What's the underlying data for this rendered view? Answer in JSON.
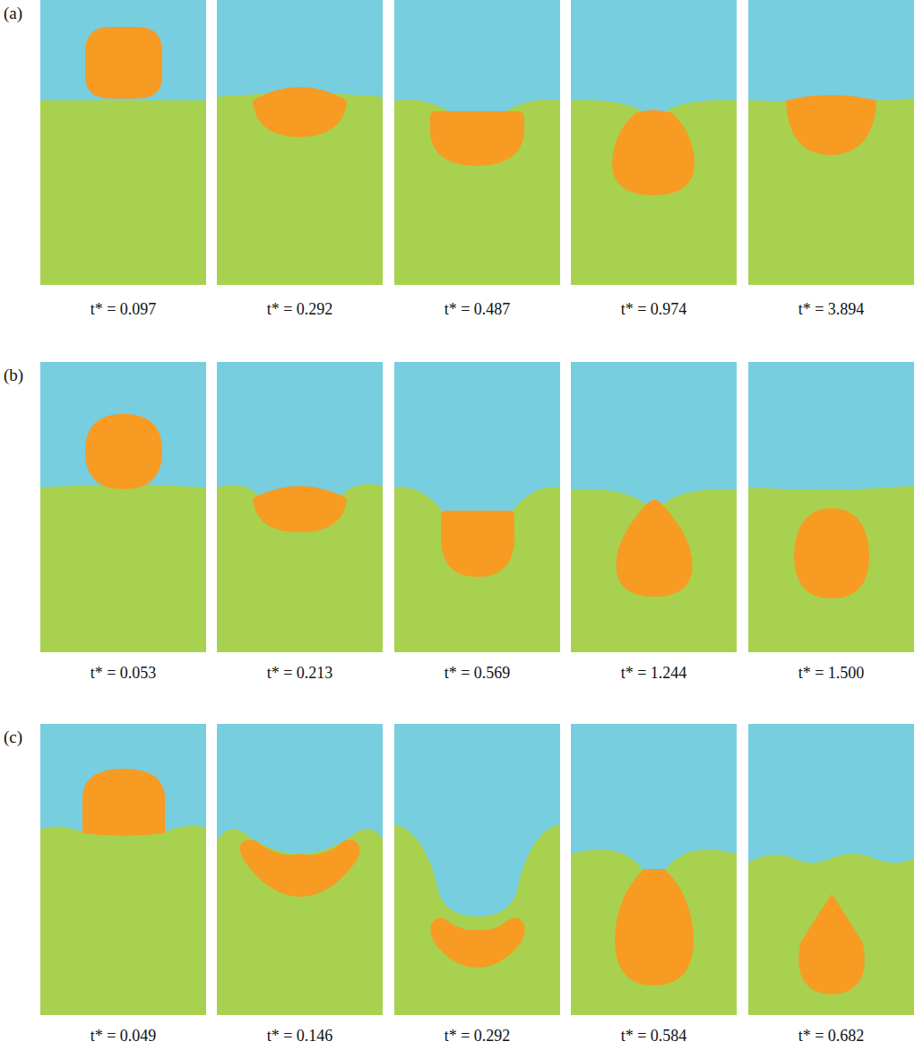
{
  "diagram": {
    "labels": [
      "(a)",
      "t* = 0.097",
      "t* = 0.292",
      "t* = 0.487",
      "t* = 0.974",
      "t* = 3.894",
      "(b)",
      "t* = 0.053",
      "t* = 0.213",
      "t* = 0.569",
      "t* = 1.244",
      "t* = 1.500",
      "(c)",
      "t* = 0.049",
      "t* = 0.146",
      "t* = 0.292",
      "t* = 0.584",
      "t* = 0.682"
    ]
  }
}
